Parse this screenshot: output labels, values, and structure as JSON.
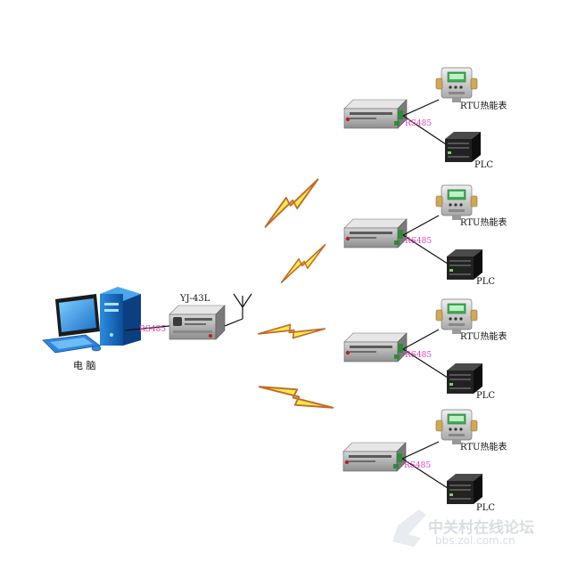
{
  "computer": {
    "label": "电 脑",
    "port_label": "RS485"
  },
  "gateway": {
    "model": "YJ-43L"
  },
  "stations": [
    {
      "port_label": "RS485",
      "meter_label": "RTU热能表",
      "plc_label": "PLC"
    },
    {
      "port_label": "RS485",
      "meter_label": "RTU热能表",
      "plc_label": "PLC"
    },
    {
      "port_label": "RS485",
      "meter_label": "RTU热能表",
      "plc_label": "PLC"
    },
    {
      "port_label": "RS485",
      "meter_label": "RTU热能表",
      "plc_label": "PLC"
    }
  ],
  "watermark": {
    "text": "中关村在线论坛",
    "url": "bbs.zol.com.cn"
  },
  "colors": {
    "lightning_fill": "#f6ee4a",
    "lightning_edge": "#c46a2a",
    "rs485": "#e040b0",
    "monitor_blue": "#1a7fd6"
  }
}
